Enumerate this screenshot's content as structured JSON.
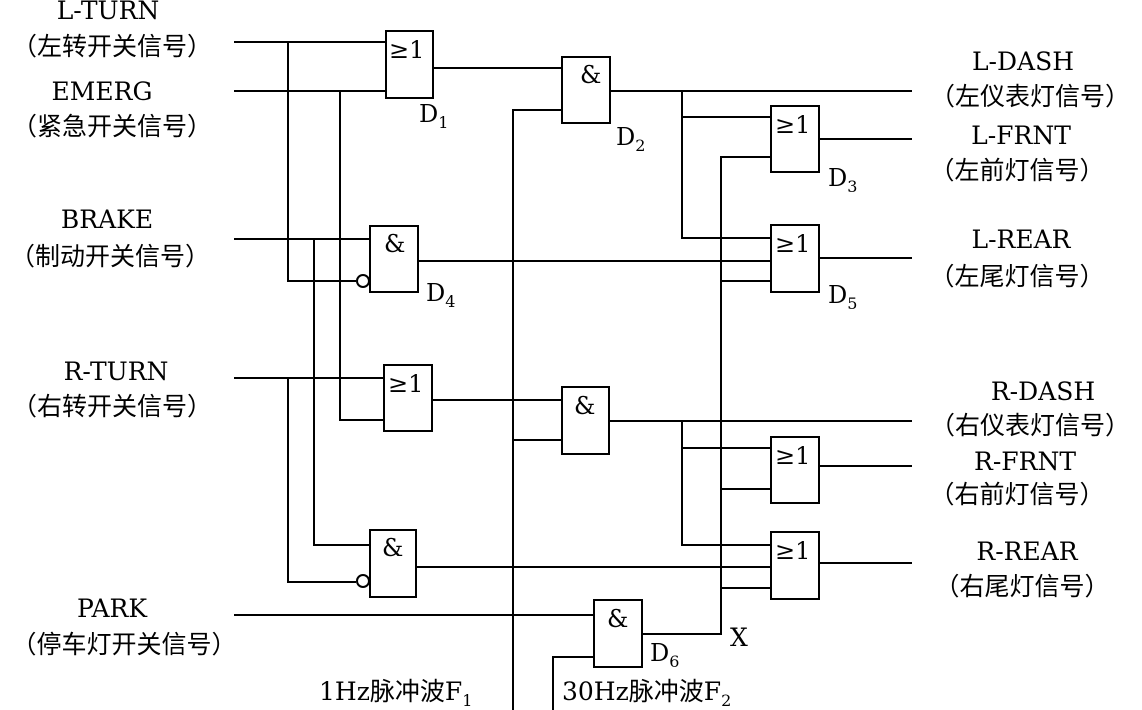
{
  "inputs": {
    "l_turn": {
      "name": "L-TURN",
      "desc": "（左转开关信号）"
    },
    "emerg": {
      "name": "EMERG",
      "desc": "（紧急开关信号）"
    },
    "brake": {
      "name": "BRAKE",
      "desc": "（制动开关信号）"
    },
    "r_turn": {
      "name": "R-TURN",
      "desc": "（右转开关信号）"
    },
    "park": {
      "name": "PARK",
      "desc": "（停车灯开关信号）"
    }
  },
  "outputs": {
    "l_dash": {
      "name": "L-DASH",
      "desc": "（左仪表灯信号）"
    },
    "l_frnt": {
      "name": "L-FRNT",
      "desc": "（左前灯信号）"
    },
    "l_rear": {
      "name": "L-REAR",
      "desc": "（左尾灯信号）"
    },
    "r_dash": {
      "name": "R-DASH",
      "desc": "（右仪表灯信号）"
    },
    "r_frnt": {
      "name": "R-FRNT",
      "desc": "（右前灯信号）"
    },
    "r_rear": {
      "name": "R-REAR",
      "desc": "（右尾灯信号）"
    }
  },
  "gates": {
    "or_symbol": "≥1",
    "and_symbol": "&",
    "d1": {
      "letter": "D",
      "sub": "1"
    },
    "d2": {
      "letter": "D",
      "sub": "2"
    },
    "d3": {
      "letter": "D",
      "sub": "3"
    },
    "d4": {
      "letter": "D",
      "sub": "4"
    },
    "d5": {
      "letter": "D",
      "sub": "5"
    },
    "d6": {
      "letter": "D",
      "sub": "6"
    }
  },
  "signals": {
    "x_label": "X",
    "f1": {
      "text": "1Hz脉冲波F",
      "sub": "1"
    },
    "f2": {
      "text": "30Hz脉冲波F",
      "sub": "2"
    }
  }
}
